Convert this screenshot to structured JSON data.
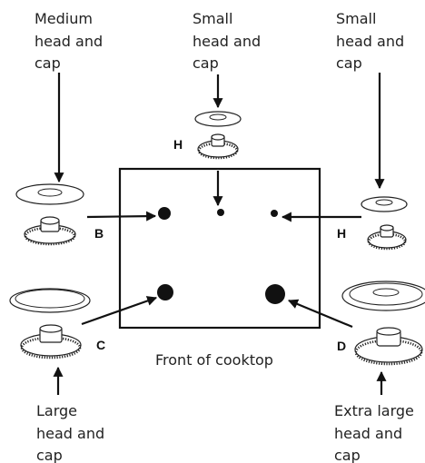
{
  "labels": {
    "medium": [
      "Medium",
      "head and",
      "cap"
    ],
    "small_top": [
      "Small",
      "head and",
      "cap"
    ],
    "small_right": [
      "Small",
      "head and",
      "cap"
    ],
    "large": [
      "Large",
      "head and",
      "cap"
    ],
    "extra_large": [
      "Extra large",
      "head and",
      "cap"
    ],
    "front": "Front of cooktop"
  },
  "tags": {
    "top": "H",
    "left_back": "B",
    "right_back": "H",
    "left_front": "C",
    "right_front": "D"
  }
}
